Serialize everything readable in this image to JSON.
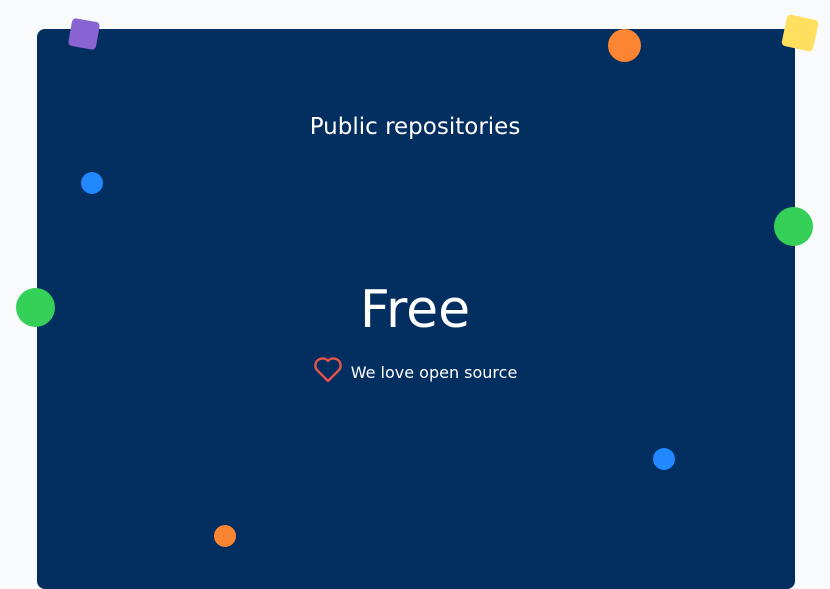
{
  "section": {
    "title": "Public repositories",
    "price": "Free",
    "tagline": "We love open source",
    "tagline_icon": "heart-icon"
  },
  "colors": {
    "card": "#032e60",
    "purple": "#8a63d2",
    "orange": "#fb8532",
    "yellow": "#ffdf5d",
    "blue": "#2188ff",
    "green": "#34d058",
    "heart": "#e5534b"
  }
}
